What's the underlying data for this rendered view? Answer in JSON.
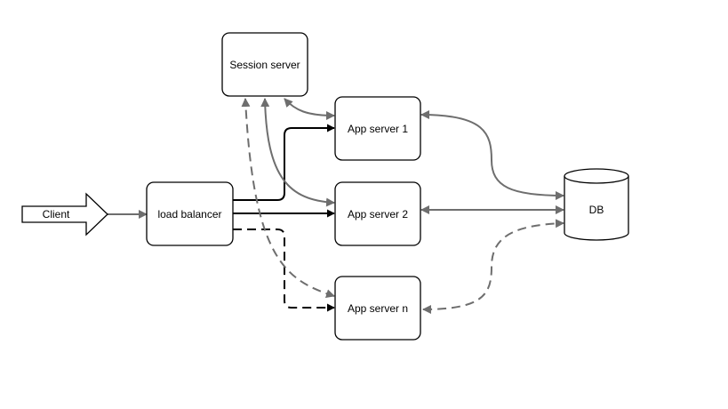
{
  "nodes": {
    "client": "Client",
    "load_balancer": "load balancer",
    "session_server": "Session server",
    "app_server_1": "App server 1",
    "app_server_2": "App server 2",
    "app_server_n": "App server n",
    "db": "DB"
  },
  "colors": {
    "node_stroke": "#000000",
    "solid_arrow": "#000000",
    "grey_arrow": "#6e6e6e",
    "background": "#ffffff"
  }
}
